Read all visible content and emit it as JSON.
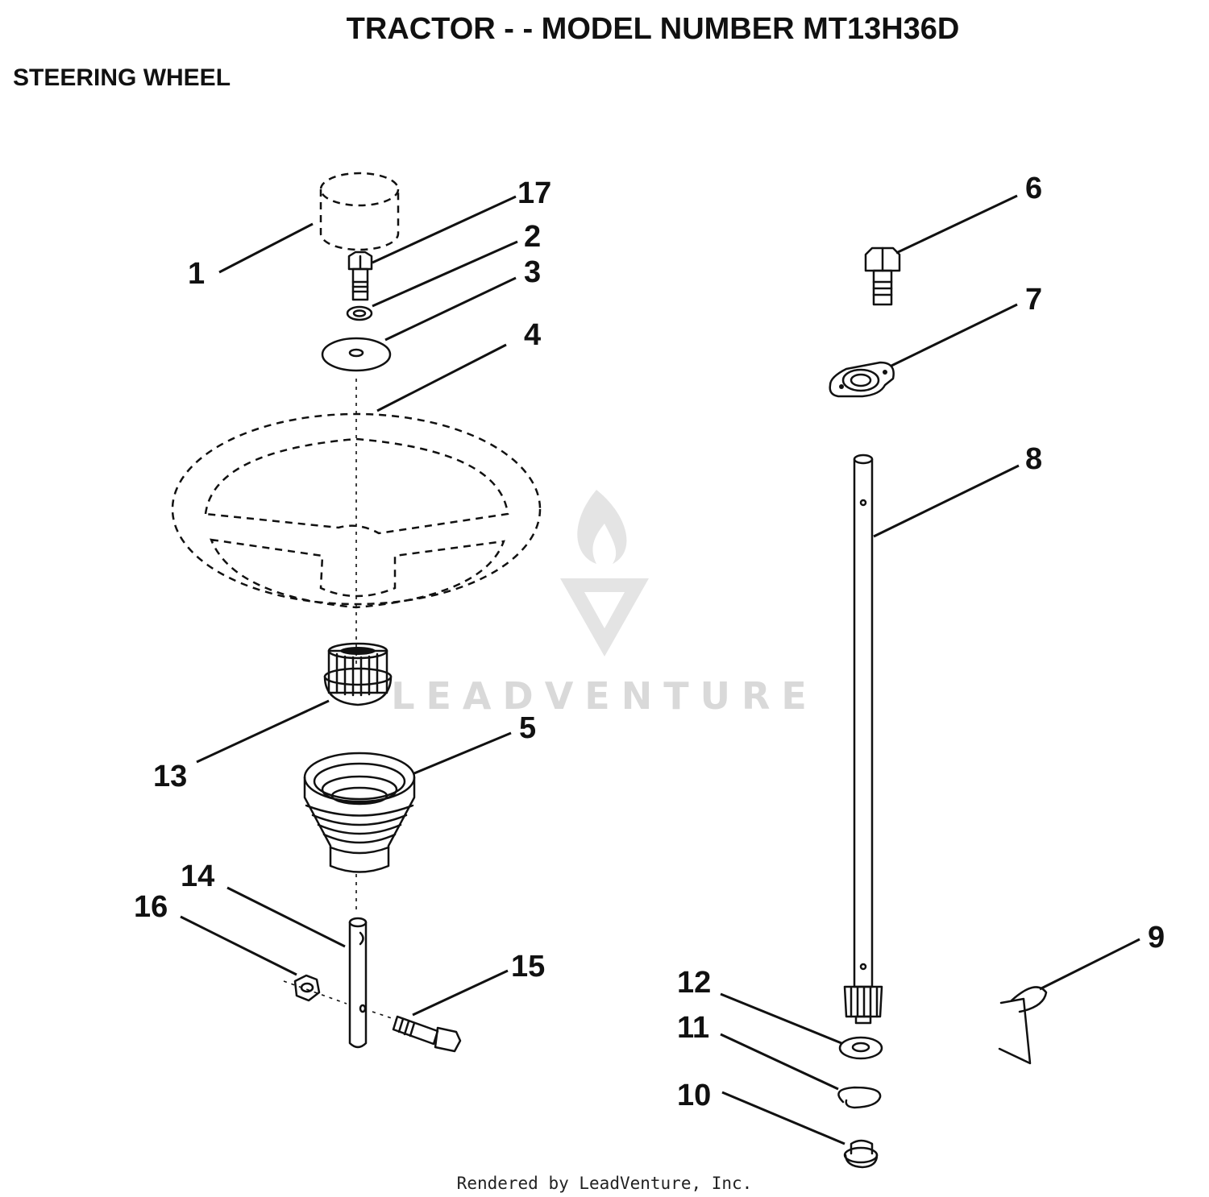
{
  "header": {
    "title": "TRACTOR - - MODEL NUMBER MT13H36D",
    "section": "STEERING WHEEL"
  },
  "watermark": {
    "text": "LEADVENTURE"
  },
  "footer": {
    "credit": "Rendered by LeadVenture, Inc."
  },
  "callouts": {
    "c1": "1",
    "c2": "2",
    "c3": "3",
    "c4": "4",
    "c5": "5",
    "c6": "6",
    "c7": "7",
    "c8": "8",
    "c9": "9",
    "c10": "10",
    "c11": "11",
    "c12": "12",
    "c13": "13",
    "c14": "14",
    "c15": "15",
    "c16": "16",
    "c17": "17"
  }
}
